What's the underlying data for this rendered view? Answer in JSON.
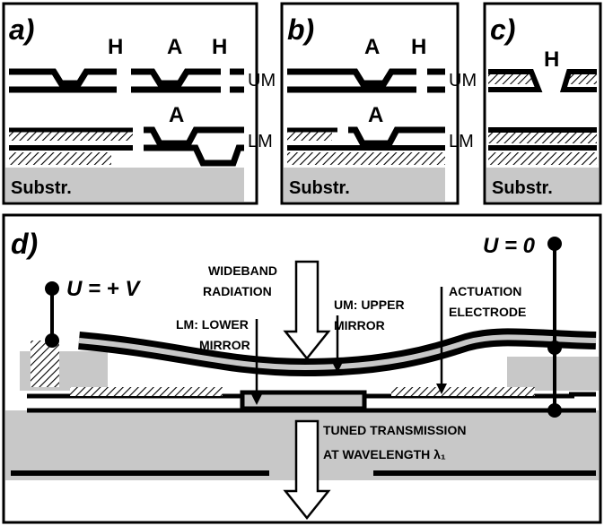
{
  "panels": {
    "a": {
      "label": "a)",
      "marks": {
        "h1": "H",
        "a1": "A",
        "h2": "H",
        "a2": "A"
      },
      "side": {
        "um": "UM",
        "lm": "LM"
      },
      "substrate": "Substr."
    },
    "b": {
      "label": "b)",
      "marks": {
        "a1": "A",
        "h1": "H",
        "a2": "A"
      },
      "side": {
        "um": "UM",
        "lm": "LM"
      },
      "substrate": "Substr."
    },
    "c": {
      "label": "c)",
      "marks": {
        "h1": "H"
      },
      "substrate": "Substr."
    },
    "d": {
      "label": "d)",
      "voltage_left": "U = + V",
      "voltage_right": "U = 0",
      "wideband": [
        "WIDEBAND",
        "RADIATION"
      ],
      "upper_mirror": [
        "UM: UPPER",
        "MIRROR"
      ],
      "lower_mirror": [
        "LM: LOWER",
        "MIRROR"
      ],
      "actuation": [
        "ACTUATION",
        "ELECTRODE"
      ],
      "tuned": [
        "TUNED TRANSMISSION",
        "AT WAVELENGTH λ₁"
      ]
    }
  },
  "colors": {
    "substrate": "#c8c8c8",
    "line": "#000000",
    "background": "#ffffff"
  }
}
